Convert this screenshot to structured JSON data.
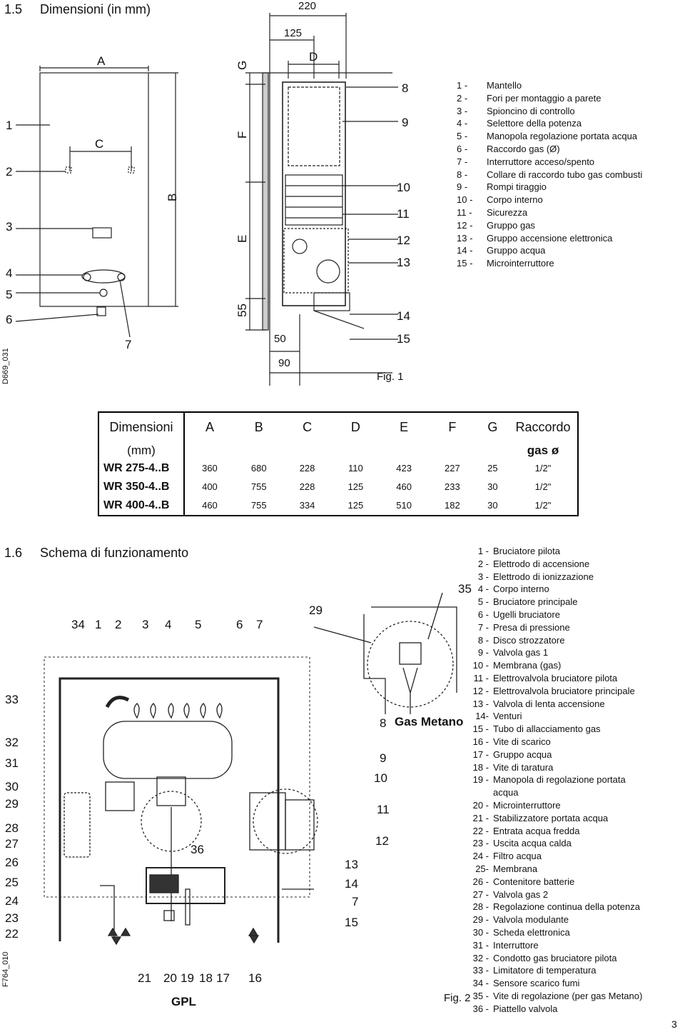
{
  "section1": {
    "heading_number": "1.5",
    "heading_title": "Dimensioni (in mm)",
    "fig_caption": "Fig. 1",
    "drawing_code": "D669_031",
    "front_letters": [
      "A",
      "C",
      "B"
    ],
    "side_letters": [
      "G",
      "F",
      "E"
    ],
    "top_dims": [
      "220",
      "125",
      "D"
    ],
    "bottom_dims": [
      "55",
      "50",
      "90"
    ],
    "callouts_left": [
      "1",
      "2",
      "3",
      "4",
      "5",
      "6",
      "7"
    ],
    "callouts_right": [
      "8",
      "9",
      "10",
      "11",
      "12",
      "13",
      "14",
      "15"
    ],
    "legend": [
      {
        "n": "1 -",
        "t": "Mantello"
      },
      {
        "n": "2 -",
        "t": "Fori per montaggio a parete"
      },
      {
        "n": "3 -",
        "t": "Spioncino di controllo"
      },
      {
        "n": "4 -",
        "t": "Selettore della potenza"
      },
      {
        "n": "5 -",
        "t": "Manopola regolazione portata acqua"
      },
      {
        "n": "6 -",
        "t": "Raccordo gas (Ø)"
      },
      {
        "n": "7 -",
        "t": "Interruttore acceso/spento"
      },
      {
        "n": "8 -",
        "t": "Collare di raccordo tubo gas combusti"
      },
      {
        "n": "9 -",
        "t": "Rompi tiraggio"
      },
      {
        "n": "10 -",
        "t": "Corpo interno"
      },
      {
        "n": "11 -",
        "t": "Sicurezza"
      },
      {
        "n": "12 -",
        "t": "Gruppo  gas"
      },
      {
        "n": "13 -",
        "t": "Gruppo accensione elettronica"
      },
      {
        "n": "14 -",
        "t": "Gruppo acqua"
      },
      {
        "n": "15 -",
        "t": "Microinterruttore"
      }
    ]
  },
  "table": {
    "header": [
      "Dimensioni",
      "A",
      "B",
      "C",
      "D",
      "E",
      "F",
      "G",
      "Raccordo"
    ],
    "subheader_left": "(mm)",
    "subheader_right": "gas ø",
    "rows": [
      [
        "WR 275-4..B",
        "360",
        "680",
        "228",
        "110",
        "423",
        "227",
        "25",
        "1/2\""
      ],
      [
        "WR 350-4..B",
        "400",
        "755",
        "228",
        "125",
        "460",
        "233",
        "30",
        "1/2\""
      ],
      [
        "WR 400-4..B",
        "460",
        "755",
        "334",
        "125",
        "510",
        "182",
        "30",
        "1/2\""
      ]
    ]
  },
  "section2": {
    "heading_number": "1.6",
    "heading_title": "Schema di funzionamento",
    "fig_caption": "Fig. 2",
    "drawing_code": "F764_010",
    "gas_metano": "Gas Metano",
    "gpl": "GPL",
    "top_numbers": [
      "34",
      "1",
      "2",
      "3",
      "4",
      "5",
      "6",
      "7"
    ],
    "left_numbers": [
      "33",
      "32",
      "31",
      "30",
      "29",
      "28",
      "27",
      "26",
      "25",
      "24",
      "23",
      "22"
    ],
    "bottom_numbers": [
      "21",
      "20",
      "19",
      "18",
      "17",
      "16"
    ],
    "right_numbers": [
      "29",
      "35",
      "8",
      "9",
      "10",
      "11",
      "12",
      "13",
      "14",
      "7",
      "15",
      "36"
    ],
    "legend": [
      {
        "n": "1 -",
        "t": "Bruciatore pilota"
      },
      {
        "n": "2 -",
        "t": "Elettrodo di accensione"
      },
      {
        "n": "3 -",
        "t": "Elettrodo di ionizzazione"
      },
      {
        "n": "4 -",
        "t": "Corpo interno"
      },
      {
        "n": "5 -",
        "t": "Bruciatore principale"
      },
      {
        "n": "6 -",
        "t": "Ugelli bruciatore"
      },
      {
        "n": "7 -",
        "t": "Presa di pressione"
      },
      {
        "n": "8 -",
        "t": "Disco strozzatore"
      },
      {
        "n": "9 -",
        "t": "Valvola gas 1"
      },
      {
        "n": "10 -",
        "t": "Membrana (gas)"
      },
      {
        "n": "11 -",
        "t": "Elettrovalvola bruciatore pilota"
      },
      {
        "n": "12 -",
        "t": "Elettrovalvola bruciatore principale"
      },
      {
        "n": "13 -",
        "t": "Valvola di lenta accensione"
      },
      {
        "n": "14-",
        "t": "Venturi"
      },
      {
        "n": "15 -",
        "t": "Tubo di allacciamento gas"
      },
      {
        "n": "16 -",
        "t": "Vite di scarico"
      },
      {
        "n": "17 -",
        "t": "Gruppo acqua"
      },
      {
        "n": "18 -",
        "t": "Vite di taratura"
      },
      {
        "n": "19 -",
        "t": "Manopola di regolazione portata",
        "t2": "acqua"
      },
      {
        "n": "20 -",
        "t": "Microinterruttore"
      },
      {
        "n": "21 -",
        "t": "Stabilizzatore portata acqua"
      },
      {
        "n": "22 -",
        "t": "Entrata acqua fredda"
      },
      {
        "n": "23 -",
        "t": "Uscita acqua calda"
      },
      {
        "n": "24 -",
        "t": "Filtro acqua"
      },
      {
        "n": "25-",
        "t": "Membrana"
      },
      {
        "n": "26 -",
        "t": "Contenitore batterie"
      },
      {
        "n": "27 -",
        "t": "Valvola gas 2"
      },
      {
        "n": "28 -",
        "t": "Regolazione continua della potenza"
      },
      {
        "n": "29 -",
        "t": "Valvola modulante"
      },
      {
        "n": "30 -",
        "t": "Scheda elettronica"
      },
      {
        "n": "31 -",
        "t": "Interruttore"
      },
      {
        "n": "32 -",
        "t": "Condotto gas bruciatore pilota"
      },
      {
        "n": "33 -",
        "t": "Limitatore di temperatura"
      },
      {
        "n": "34 -",
        "t": "Sensore scarico fumi"
      },
      {
        "n": "35 -",
        "t": "Vite di regolazione (per gas Metano)"
      },
      {
        "n": "36 -",
        "t": "Piattello valvola"
      }
    ]
  },
  "page_number": "3"
}
